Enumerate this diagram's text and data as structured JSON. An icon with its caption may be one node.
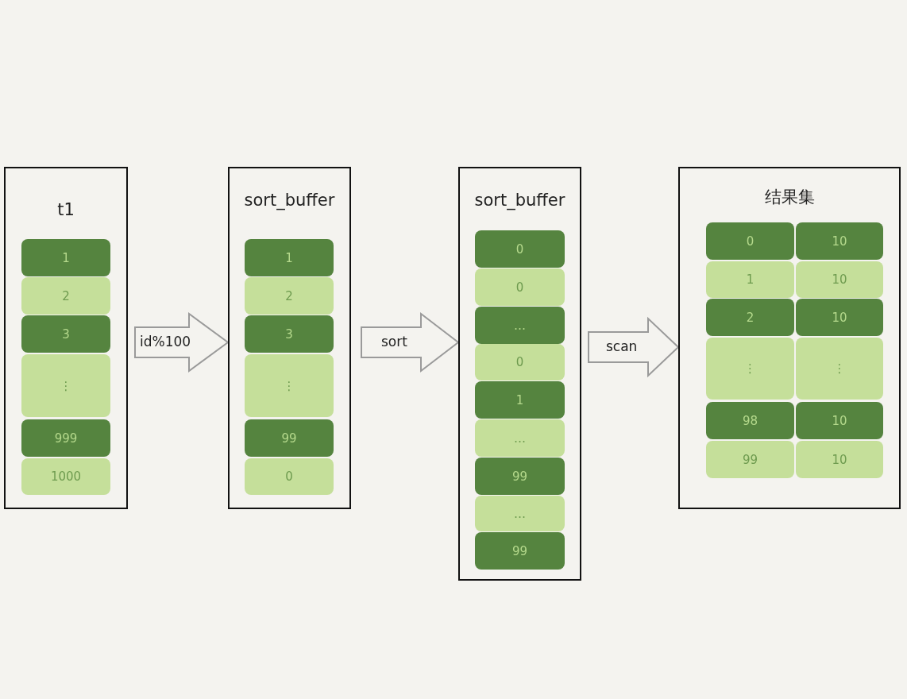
{
  "diagram": {
    "nodes": [
      {
        "text": [
          "t1"
        ]
      },
      {
        "text": [
          "1"
        ],
        "in": 0
      },
      {
        "text": [
          "2"
        ],
        "in": 0
      },
      {
        "text": [
          "3"
        ],
        "in": 0
      },
      {
        "text": [
          "⋮"
        ],
        "in": 0
      },
      {
        "text": [
          "999"
        ],
        "in": 0
      },
      {
        "text": [
          "1000"
        ],
        "in": 0
      },
      {
        "text": [
          "sort_buffer"
        ]
      },
      {
        "text": [
          "1"
        ],
        "in": 7
      },
      {
        "text": [
          "2"
        ],
        "in": 7
      },
      {
        "text": [
          "3"
        ],
        "in": 7
      },
      {
        "text": [
          "⋮"
        ],
        "in": 7
      },
      {
        "text": [
          "99"
        ],
        "in": 7
      },
      {
        "text": [
          "0"
        ],
        "in": 7
      },
      {
        "text": [
          "sort_buffer"
        ]
      },
      {
        "text": [
          "0"
        ],
        "in": 14
      },
      {
        "text": [
          "0"
        ],
        "in": 14
      },
      {
        "text": [
          "…"
        ],
        "in": 14
      },
      {
        "text": [
          "0"
        ],
        "in": 14
      },
      {
        "text": [
          "1"
        ],
        "in": 14
      },
      {
        "text": [
          "…"
        ],
        "in": 14
      },
      {
        "text": [
          "99"
        ],
        "in": 14
      },
      {
        "text": [
          "…"
        ],
        "in": 14
      },
      {
        "text": [
          "99"
        ],
        "in": 14
      },
      {
        "text": [
          "结果集"
        ]
      },
      {
        "text": [
          "0"
        ],
        "in": 24
      },
      {
        "text": [
          "10"
        ],
        "in": 24
      },
      {
        "text": [
          "1"
        ],
        "in": 24
      },
      {
        "text": [
          "10"
        ],
        "in": 24
      },
      {
        "text": [
          "2"
        ],
        "in": 24
      },
      {
        "text": [
          "10"
        ],
        "in": 24
      },
      {
        "text": [
          "⋮"
        ],
        "in": 24
      },
      {
        "text": [
          "⋮"
        ],
        "in": 24
      },
      {
        "text": [
          "98"
        ],
        "in": 24
      },
      {
        "text": [
          "10"
        ],
        "in": 24
      },
      {
        "text": [
          "99"
        ],
        "in": 24
      },
      {
        "text": [
          "10"
        ],
        "in": 24
      }
    ],
    "edges": [
      {
        "from": 0,
        "to": 7,
        "arrow": "to",
        "label": "id%100"
      },
      {
        "from": 7,
        "to": 14,
        "arrow": "to",
        "label": "sort"
      },
      {
        "from": 14,
        "to": 24,
        "arrow": "to",
        "label": "scan"
      }
    ]
  }
}
